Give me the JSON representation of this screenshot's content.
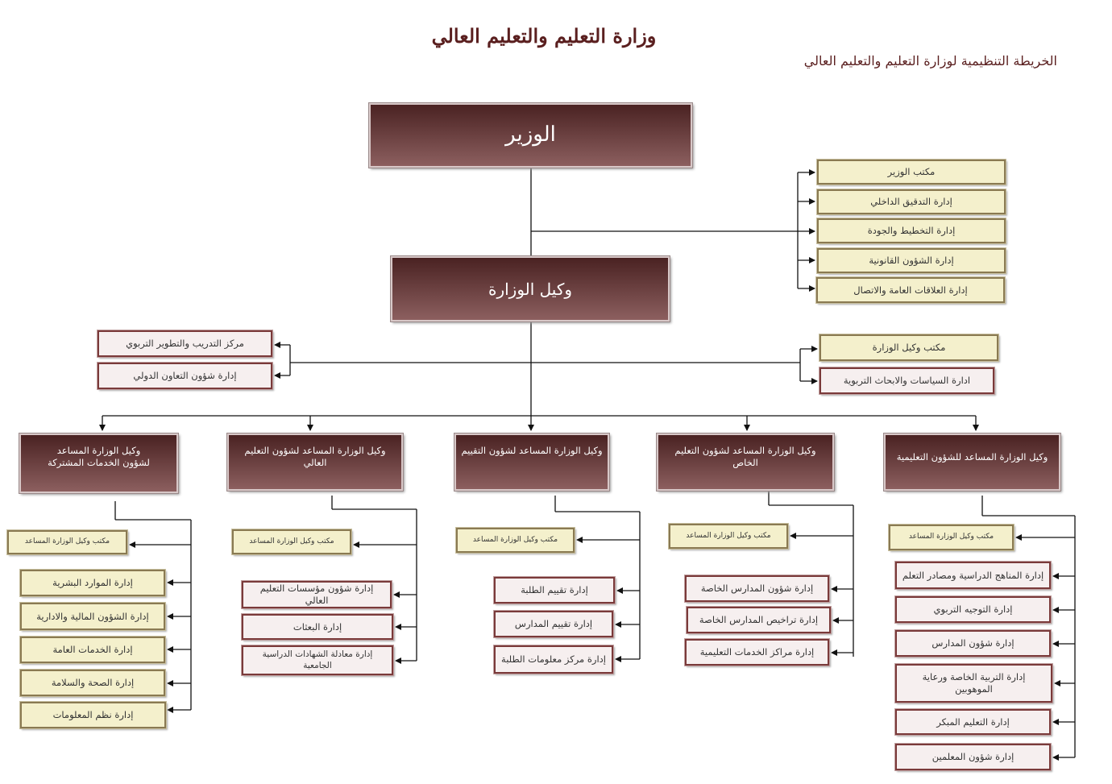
{
  "title": "وزارة التعليم والتعليم العالي",
  "subtitle": "الخريطة التنظيمية لوزارة التعليم والتعليم العالي",
  "minister": "الوزير",
  "undersecretary": "وكيل الوزارة",
  "minister_units": [
    "مكتب الوزير",
    "إدارة التدقيق الداخلي",
    "إدارة التخطيط والجودة",
    "إدارة الشؤون القانونية",
    "إدارة العلاقات العامة والاتصال"
  ],
  "undersec_right_units": [
    "مكتب وكيل الوزارة",
    "ادارة السياسات والابحاث التربوية"
  ],
  "undersec_left_units": [
    "مركز التدريب والتطوير التربوي",
    "إدارة شؤون التعاون الدولي"
  ],
  "assistants": [
    {
      "title": "وكيل الوزارة المساعد للشؤون التعليمية",
      "office": "مكتب وكيل الوزارة المساعد",
      "departments": [
        "إدارة المناهج الدراسية ومصادر التعلم",
        "إدارة التوجيه التربوي",
        "إدارة شؤون المدارس",
        "إدارة التربية الخاصة ورعاية الموهوبين",
        "إدارة التعليم المبكر",
        "إدارة شؤون المعلمين"
      ]
    },
    {
      "title": "وكيل الوزارة المساعد لشؤون التعليم الخاص",
      "office": "مكتب وكيل الوزارة المساعد",
      "departments": [
        "إدارة شؤون المدارس الخاصة",
        "إدارة تراخيص المدارس الخاصة",
        "إدارة مراكز الخدمات التعليمية"
      ]
    },
    {
      "title": "وكيل الوزارة المساعد لشؤون التقييم",
      "office": "مكتب وكيل الوزارة المساعد",
      "departments": [
        "إدارة تقييم الطلبة",
        "إدارة تقييم المدارس",
        "إدارة مركز معلومات الطلبة"
      ]
    },
    {
      "title": "وكيل الوزارة المساعد لشؤون التعليم العالي",
      "office": "مكتب وكيل الوزارة المساعد",
      "departments": [
        "إدارة شؤون مؤسسات التعليم العالي",
        "إدارة البعثات",
        "إدارة معادلة الشهادات الدراسية الجامعية"
      ]
    },
    {
      "title": "وكيل الوزارة المساعد لشؤون الخدمات المشتركة",
      "office": "مكتب وكيل الوزارة المساعد",
      "departments": [
        "إدارة الموارد البشرية",
        "إدارة الشؤون المالية والادارية",
        "إدارة الخدمات العامة",
        "إدارة الصحة والسلامة",
        "إدارة نظم المعلومات"
      ]
    }
  ]
}
